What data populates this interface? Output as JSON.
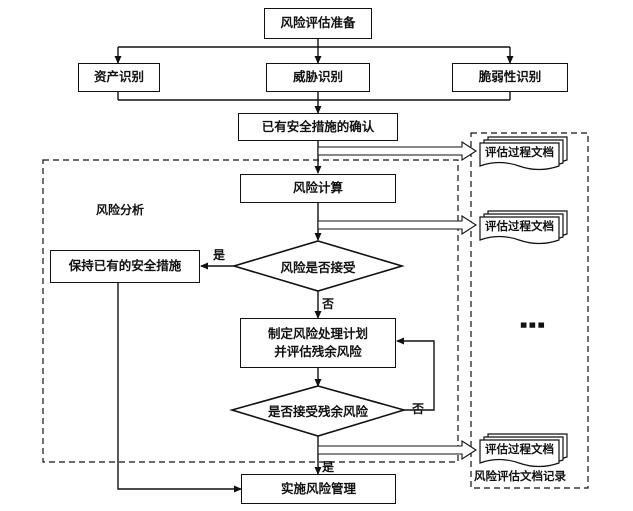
{
  "flowchart": {
    "prepare": "风险评估准备",
    "asset": "资产识别",
    "threat": "威胁识别",
    "vulnerability": "脆弱性识别",
    "confirm_existing": "已有安全措施的确认",
    "risk_analysis_label": "风险分析",
    "risk_calc": "风险计算",
    "accept_decision": "风险是否接受",
    "keep_measures": "保持已有的安全措施",
    "yes_label_1": "是",
    "no_label_1": "否",
    "plan": "制定风险处理计划\n并评估残余风险",
    "residual_decision": "是否接受残余风险",
    "no_label_2": "否",
    "yes_label_2": "是",
    "implement": "实施风险管理",
    "doc_1": "评估过程文档",
    "doc_2": "评估过程文档",
    "doc_3": "评估过程文档",
    "ellipsis": "⋮",
    "doc_record_label": "风险评估文档记录"
  }
}
